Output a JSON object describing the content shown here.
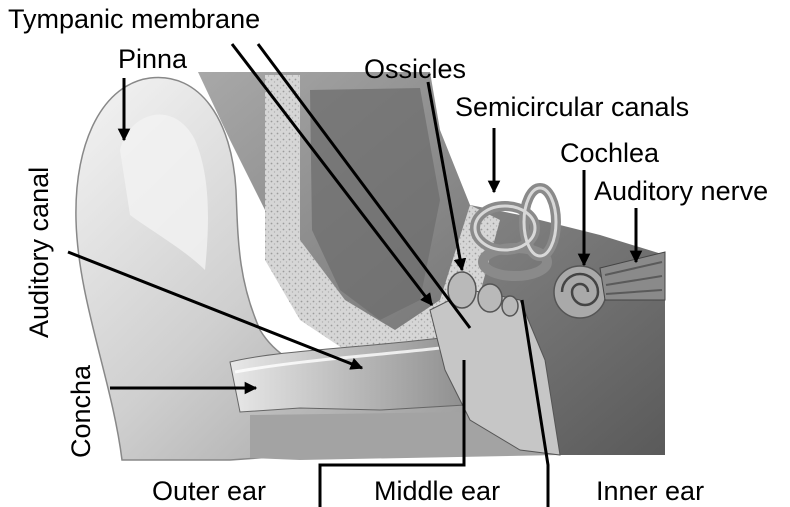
{
  "labels": {
    "tympanic_membrane": "Tympanic membrane",
    "pinna": "Pinna",
    "ossicles": "Ossicles",
    "semicircular_canals": "Semicircular canals",
    "cochlea": "Cochlea",
    "auditory_nerve": "Auditory nerve",
    "auditory_canal": "Auditory canal",
    "concha": "Concha",
    "outer_ear": "Outer ear",
    "middle_ear": "Middle ear",
    "inner_ear": "Inner ear"
  },
  "colors": {
    "ink": "#000000",
    "background": "#ffffff"
  }
}
